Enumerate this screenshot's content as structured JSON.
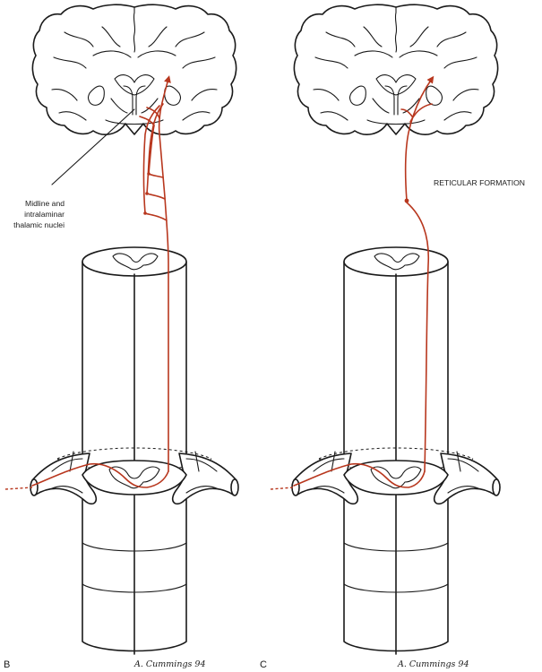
{
  "colors": {
    "tract": "#b8371e",
    "ink": "#1a1a1a"
  },
  "panels": [
    {
      "letter": "B",
      "signature": "A. Cummings 94",
      "label_lines": [
        "Midline and",
        "intralaminar",
        "thalamic nuclei"
      ]
    },
    {
      "letter": "C",
      "signature": "A. Cummings 94",
      "label_lines": [
        "RETICULAR FORMATION"
      ]
    }
  ]
}
